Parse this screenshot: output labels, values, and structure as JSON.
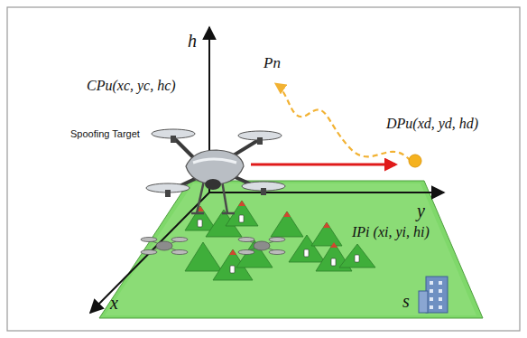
{
  "diagram": {
    "labels": [
      "h",
      "Pn",
      "CPu(xc, yc, hc)",
      "DPu(xd, yd, hd)",
      "Spoofing Target",
      "y",
      "IPi  (xi, yi, hi)",
      "x",
      "s"
    ]
  }
}
